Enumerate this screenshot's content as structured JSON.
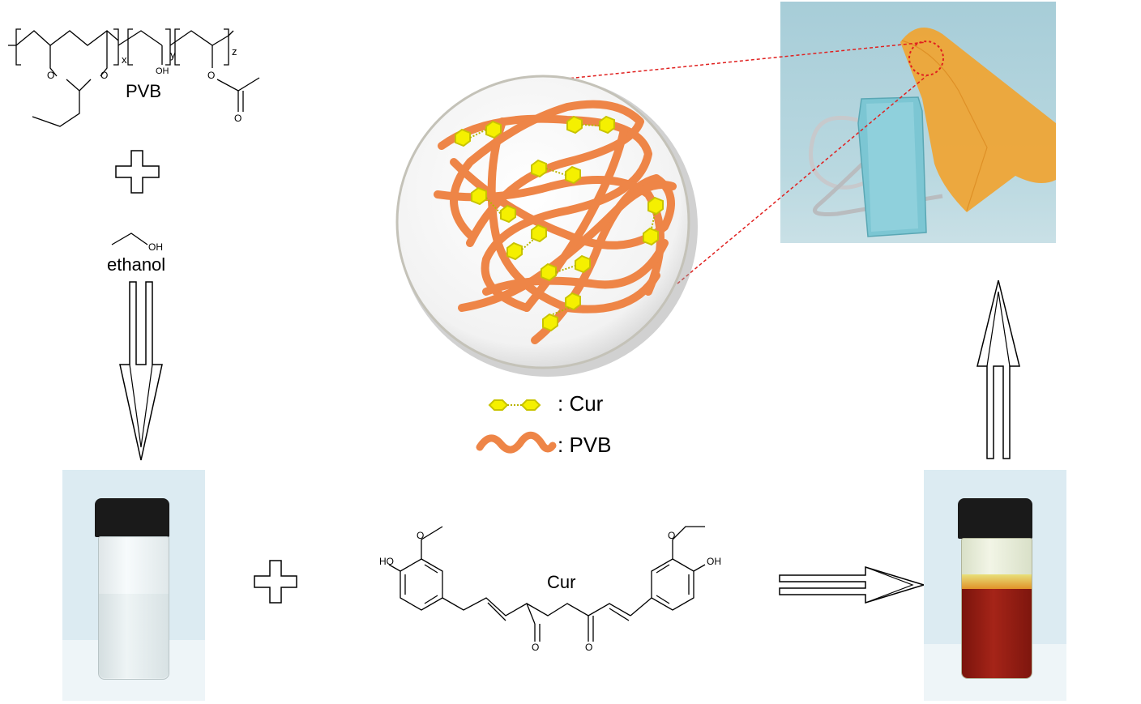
{
  "pvb_structure": {
    "label": "PVB",
    "subscripts": {
      "x": "x",
      "y": "y",
      "z": "z"
    },
    "atoms": {
      "o1": "O",
      "o2": "O",
      "oh": "OH",
      "o3": "O",
      "o4": "O"
    }
  },
  "solvent": {
    "label": "ethanol",
    "group": "OH"
  },
  "cur_structure": {
    "label": "Cur",
    "atoms": {
      "ho_left": "HO",
      "oh_right": "OH",
      "ome_left": "O",
      "ome_right": "O",
      "keto1": "O",
      "keto2": "O"
    }
  },
  "legend": {
    "cur": ": Cur",
    "pvb": ": PVB"
  },
  "colors": {
    "pvb_chain": "#f0874a",
    "cur_ring": "#f5f000",
    "cur_ring_stroke": "#c9c400",
    "solution_red": "#9a1a10",
    "photo_bg": "#a9cfd9",
    "clip_blue": "#7cc6d3",
    "film_orange": "#f2a02a",
    "zoom_line": "#e0201f"
  },
  "photos": {
    "film_photo": "film-photo",
    "vial_clear": "vial-clear",
    "vial_red": "vial-red"
  },
  "symbols": {
    "plus": "plus-icon",
    "arrow": "arrow-icon"
  }
}
